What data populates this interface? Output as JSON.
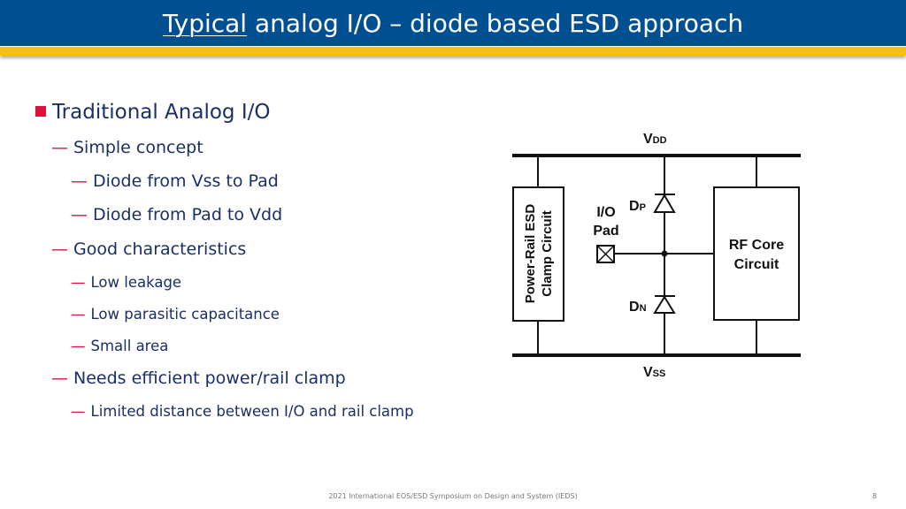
{
  "title": {
    "underlined": "Typical",
    "rest": " analog I/O – diode based ESD approach"
  },
  "bullets": [
    {
      "level": 1,
      "text": "Traditional Analog I/O"
    },
    {
      "level": 2,
      "text": "Simple concept"
    },
    {
      "level": 3,
      "text": "Diode from Vss to Pad"
    },
    {
      "level": 3,
      "text": "Diode from Pad to Vdd"
    },
    {
      "level": 2,
      "text": "Good characteristics"
    },
    {
      "level": 4,
      "text": "Low leakage"
    },
    {
      "level": 4,
      "text": "Low parasitic capacitance"
    },
    {
      "level": 4,
      "text": "Small area"
    },
    {
      "level": 2,
      "text": "Needs efficient power/rail clamp"
    },
    {
      "level": 4,
      "text": "Limited distance between I/O and rail clamp"
    }
  ],
  "diagram": {
    "vdd": "V",
    "vdd_sub": "DD",
    "vss": "V",
    "vss_sub": "SS",
    "dp": "D",
    "dp_sub": "P",
    "dn": "D",
    "dn_sub": "N",
    "pad_line1": "I/O",
    "pad_line2": "Pad",
    "clamp_line1": "Power-Rail ESD",
    "clamp_line2": "Clamp Circuit",
    "core_line1": "RF Core",
    "core_line2": "Circuit"
  },
  "footer": "2021 International EOS/ESD Symposium on Design and System (IEDS)",
  "page_number": "8",
  "colors": {
    "header": "#004f91",
    "accent": "#f9c00c",
    "bullet": "#e0103a",
    "text": "#1a2f66"
  }
}
